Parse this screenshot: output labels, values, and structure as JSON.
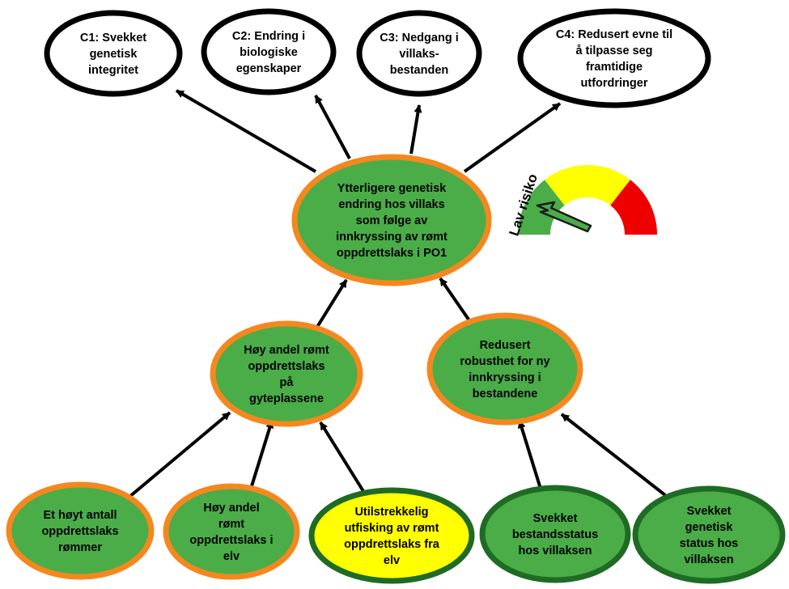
{
  "colors": {
    "node_green": "#4aad48",
    "node_yellow": "#ffff00",
    "outline_orange": "#f5871f",
    "outline_dark_green": "#1f6b24",
    "outline_black": "#000000",
    "gauge_green": "#4aad48",
    "gauge_yellow": "#ffff00",
    "gauge_red": "#ee0000",
    "arrow": "#000000"
  },
  "consequences": [
    {
      "id": "c1",
      "lines": [
        "C1: Svekket",
        "genetisk",
        "integritet"
      ]
    },
    {
      "id": "c2",
      "lines": [
        "C2: Endring i",
        "biologiske",
        "egenskaper"
      ]
    },
    {
      "id": "c3",
      "lines": [
        "C3: Nedgang i",
        "villaks-",
        "bestanden"
      ]
    },
    {
      "id": "c4",
      "lines": [
        "C4: Redusert evne til",
        "å tilpasse seg",
        "framtidige",
        "utfordringer"
      ]
    }
  ],
  "central": {
    "lines": [
      "Ytterligere genetisk",
      "endring hos villaks",
      "som følge av",
      "innkryssing av rømt",
      "oppdrettslaks i PO1"
    ]
  },
  "middle": [
    {
      "id": "mid-left",
      "lines": [
        "Høy andel rømt",
        "oppdrettslaks",
        "på",
        "gyteplassene"
      ]
    },
    {
      "id": "mid-right",
      "lines": [
        "Redusert",
        "robusthet for ny",
        "innkryssing i",
        "bestandene"
      ]
    }
  ],
  "bottom": [
    {
      "id": "b1",
      "lines": [
        "Et høyt antall",
        "oppdrettslaks",
        "rømmer"
      ]
    },
    {
      "id": "b2",
      "lines": [
        "Høy andel",
        "rømt",
        "oppdrettslaks i",
        "elv"
      ]
    },
    {
      "id": "b3",
      "lines": [
        "Utilstrekkelig",
        "utfisking av rømt",
        "oppdrettslaks fra",
        "elv"
      ]
    },
    {
      "id": "b4",
      "lines": [
        "Svekket",
        "bestandsstatus",
        "hos villaksen"
      ]
    },
    {
      "id": "b5",
      "lines": [
        "Svekket",
        "genetisk",
        "status hos",
        "villaksen"
      ]
    }
  ],
  "gauge": {
    "label": "Lav risiko",
    "level": "low"
  }
}
